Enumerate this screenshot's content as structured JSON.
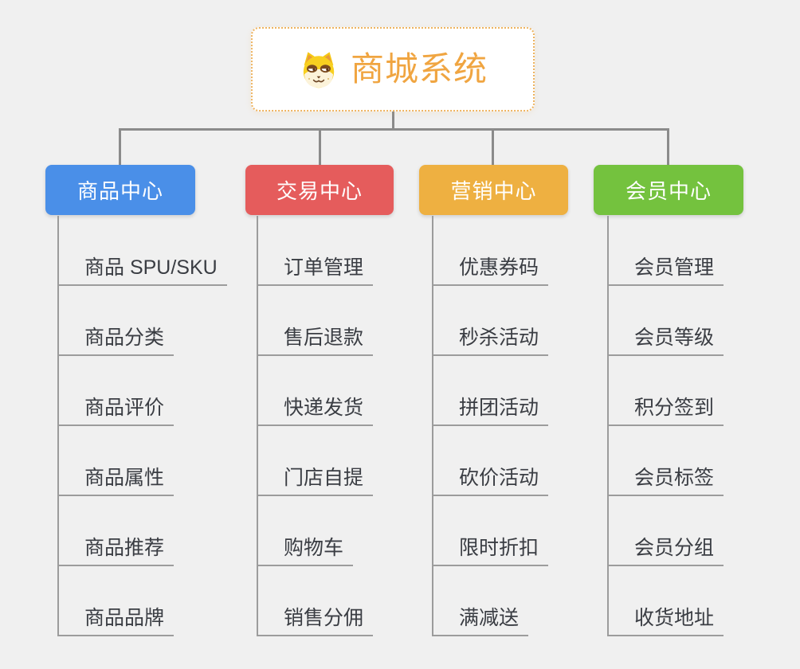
{
  "root": {
    "title": "商城系统",
    "icon": "shiba-dog-icon",
    "title_color": "#f0a541",
    "border_color": "#eeb35f"
  },
  "branches": [
    {
      "label": "商品中心",
      "color": "#4a8fe8",
      "children": [
        "商品 SPU/SKU",
        "商品分类",
        "商品评价",
        "商品属性",
        "商品推荐",
        "商品品牌"
      ]
    },
    {
      "label": "交易中心",
      "color": "#e55c5c",
      "children": [
        "订单管理",
        "售后退款",
        "快递发货",
        "门店自提",
        "购物车",
        "销售分佣"
      ]
    },
    {
      "label": "营销中心",
      "color": "#eeb041",
      "children": [
        "优惠券码",
        "秒杀活动",
        "拼团活动",
        "砍价活动",
        "限时折扣",
        "满减送"
      ]
    },
    {
      "label": "会员中心",
      "color": "#74c23e",
      "children": [
        "会员管理",
        "会员等级",
        "积分签到",
        "会员标签",
        "会员分组",
        "收货地址"
      ]
    }
  ],
  "style": {
    "background": "#f0f0f0",
    "connector_color": "#8b8b8b",
    "leaf_line_color": "#9c9c9c",
    "leaf_text_color": "#3a3d43"
  }
}
